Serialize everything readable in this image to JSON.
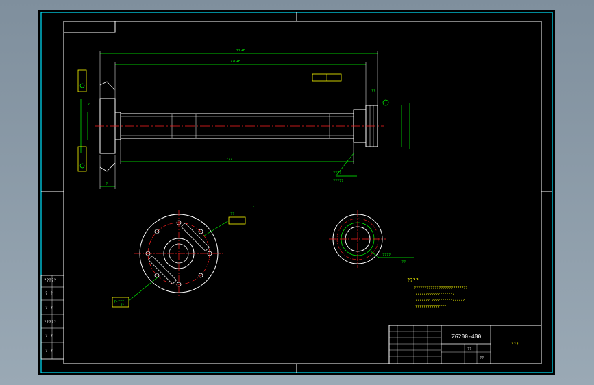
{
  "drawing": {
    "overall_length_label": "T?EL+H",
    "inner_length_label": "??L+H",
    "shaft_length_label": "???",
    "left_dim_label": "?",
    "right_dim_label": "??",
    "tolerance_left": "?",
    "bracket_right": "??",
    "flange_label": "??",
    "flange_tag": "?",
    "flange_callout": "?-???",
    "flange_callout_2": "??",
    "thread_note": "????",
    "thread_note_2": "?????",
    "ring_callout": "????",
    "ring_callout_2": "??"
  },
  "tech": {
    "heading": "????",
    "line1": "??????????????????????????",
    "line2": "???????????????????",
    "line3": "??????? ????????????????",
    "line4": "???????????????"
  },
  "title_block": {
    "drawing_no": "ZG200-400",
    "company": "???",
    "scale": "??",
    "sheet": "??"
  },
  "side_table": {
    "r1": "?????",
    "r2": "? ?",
    "r3": "? ?",
    "r4": "?????",
    "r5": "? ?",
    "r6": "? ?"
  },
  "colors": {
    "frame": "#00e5ff",
    "part": "#ffffff",
    "dimension": "#00ff00",
    "centerline": "#ff2020",
    "annotation": "#ffff00"
  }
}
